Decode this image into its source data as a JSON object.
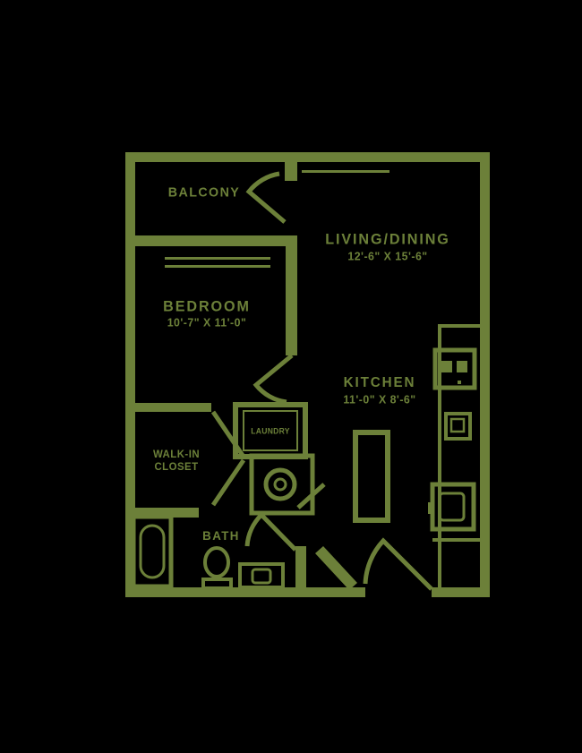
{
  "background_color": "#000000",
  "line_color": "#6C8039",
  "rooms": {
    "balcony": {
      "label": "BALCONY"
    },
    "living_dining": {
      "label": "LIVING/DINING",
      "dimensions": "12'-6\" X 15'-6\""
    },
    "bedroom": {
      "label": "BEDROOM",
      "dimensions": "10'-7\" X 11'-0\""
    },
    "kitchen": {
      "label": "KITCHEN",
      "dimensions": "11'-0\" X 8'-6\""
    },
    "walk_in_closet": {
      "label_line1": "WALK-IN",
      "label_line2": "CLOSET"
    },
    "bath": {
      "label": "BATH"
    },
    "laundry": {
      "label": "LAUNDRY"
    }
  },
  "fixtures": [
    "bathtub",
    "toilet",
    "vanity-sink",
    "washer-dryer",
    "laundry-closet",
    "kitchen-island",
    "refrigerator",
    "range",
    "kitchen-sink",
    "counter",
    "entry-door",
    "balcony-door",
    "bedroom-door",
    "bath-door",
    "closet-doors",
    "hall-door",
    "bedroom-window",
    "living-window"
  ]
}
